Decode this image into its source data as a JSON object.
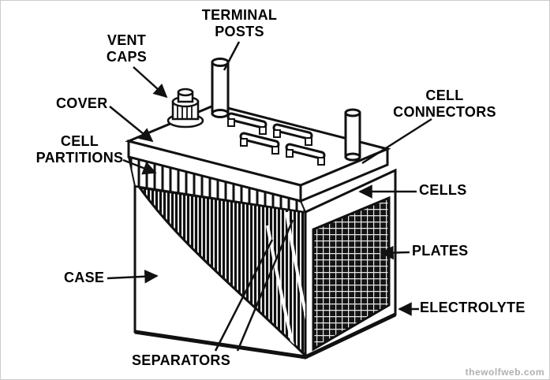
{
  "diagram": {
    "subject": "automotive lead-acid battery cutaway",
    "labels": {
      "terminal_posts": "TERMINAL\nPOSTS",
      "vent_caps": "VENT\nCAPS",
      "cover": "COVER",
      "cell_partitions": "CELL\nPARTITIONS",
      "case": "CASE",
      "separators": "SEPARATORS",
      "cell_connectors": "CELL\nCONNECTORS",
      "cells": "CELLS",
      "plates": "PLATES",
      "electrolyte": "ELECTROLYTE"
    },
    "colors": {
      "line": "#111111",
      "background": "#ffffff",
      "watermark": "#b0b0b0"
    }
  },
  "watermark": "thewolfweb.com"
}
